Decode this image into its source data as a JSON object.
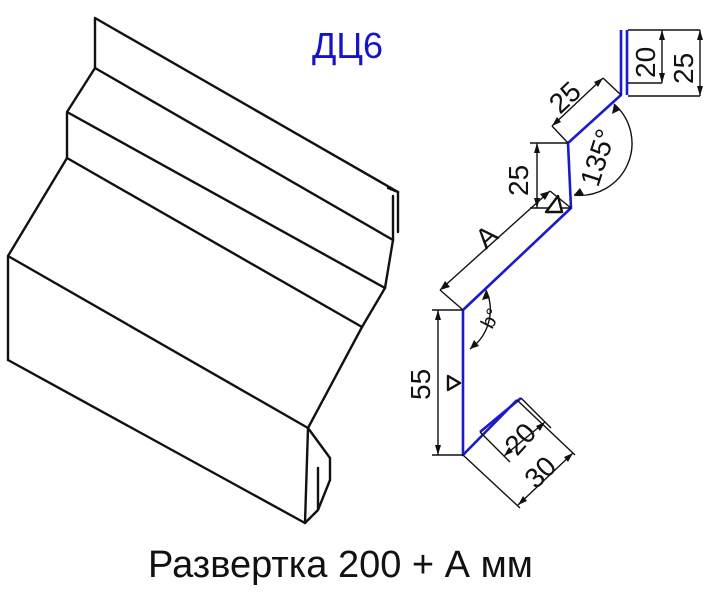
{
  "title": "ДЦ6",
  "caption": "Развертка 200 + А мм",
  "dimensions": {
    "top_inner": "20",
    "top_outer": "25",
    "upper_slant": "25",
    "angle_upper": "135°",
    "upper_vertical": "25",
    "slant_long": "A",
    "angle_lower": "b°",
    "lower_vertical": "55",
    "bottom_inner": "20",
    "bottom_outer": "30"
  },
  "colors": {
    "title": "#1414c8",
    "profile_line": "#1a1acc",
    "ink": "#111111"
  }
}
